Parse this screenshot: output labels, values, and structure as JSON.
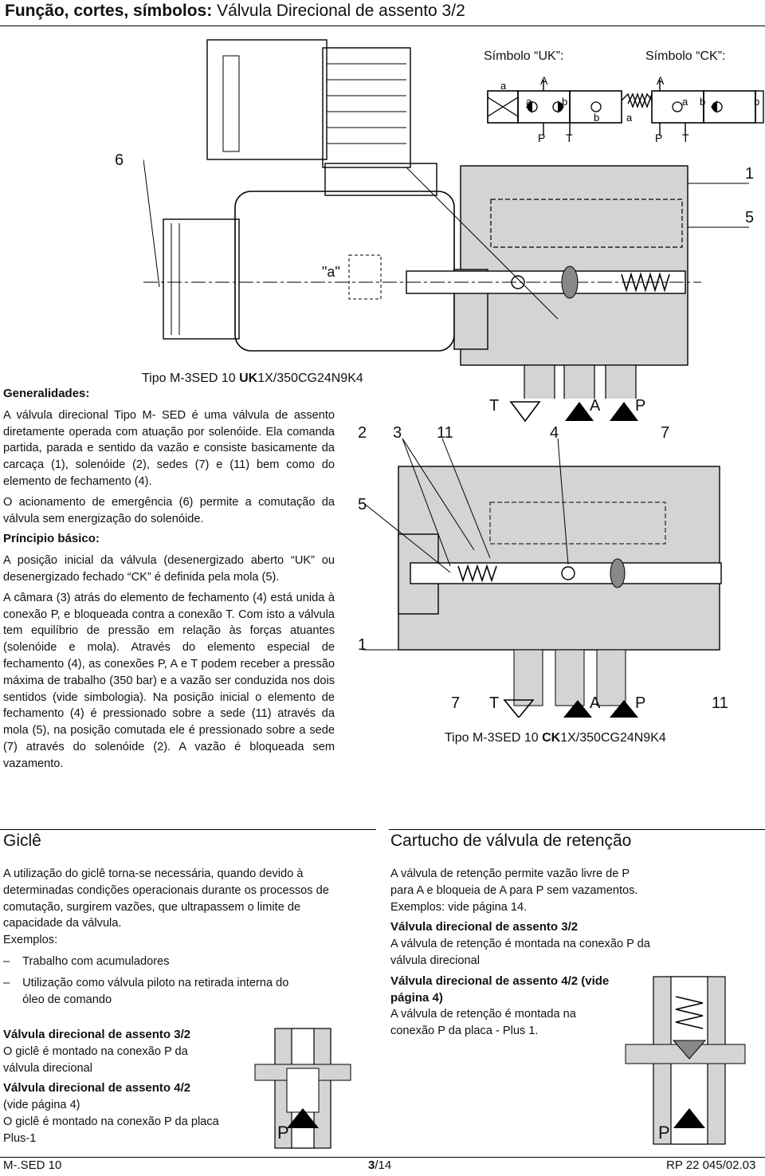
{
  "title": {
    "bold": "Função, cortes, símbolos:",
    "normal": "Válvula Direcional de assento 3/2"
  },
  "symbols": {
    "uk_label": "Símbolo “UK”:",
    "ck_label": "Símbolo “CK”:",
    "port_A": "A",
    "port_P": "P",
    "port_T": "T",
    "port_a": "a",
    "port_b": "b"
  },
  "top_drawing": {
    "label_6": "6",
    "label_1": "1",
    "label_5": "5",
    "label_a": "\"a\"",
    "caption": "Tipo M-3SED 10 ",
    "caption_bold": "UK",
    "caption_rest": "1X/350CG24N9K4"
  },
  "bottom_drawing": {
    "label_2": "2",
    "label_3": "3",
    "label_11a": "11",
    "label_4": "4",
    "label_7a": "7",
    "label_5": "5",
    "label_1": "1",
    "label_7b": "7",
    "label_11b": "11",
    "port_T": "T",
    "port_A": "A",
    "port_P": "P",
    "caption": "Tipo M-3SED 10 ",
    "caption_bold": "CK",
    "caption_rest": "1X/350CG24N9K4"
  },
  "generalidades": {
    "heading": "Generalidades:",
    "p1": "A válvula direcional Tipo M- SED é uma válvula de assento diretamente operada com atuação por solenóide. Ela comanda partida, parada e sentido da vazão e consiste basicamente da carcaça (1), solenóide (2), sedes (7) e (11) bem como do elemento de fechamento (4).",
    "p2": "O acionamento de emergência (6) permite a comutação da válvula sem energização do solenóide."
  },
  "principio": {
    "heading": "Príncipio básico:",
    "p1": "A posição inicial da válvula (desenergizado aberto “UK” ou desenergizado fechado “CK” é definida pela mola (5).",
    "p2": "A câmara (3) atrás do elemento de fechamento (4) está unida à conexão P, e bloqueada contra a conexão T. Com isto a válvula tem equilíbrio de pressão em relação às forças atuantes (solenóide e mola). Através do elemento especial de fechamento (4), as conexões P, A e T podem receber a pressão máxima de trabalho (350 bar) e a vazão ser conduzida nos dois sentidos (vide simbologia). Na posição inicial o elemento de fechamento (4) é pressionado sobre a sede (11) através da mola (5), na posição comutada ele é pressionado sobre a sede (7) através do solenóide (2). A vazão é bloqueada sem vazamento."
  },
  "giclee": {
    "heading": "Giclê",
    "p1": "A utilização do giclê torna-se necessária, quando devido à determinadas condições operacionais durante os processos de comutação, surgirem vazões, que ultrapassem o limite de capacidade da válvula.",
    "examples": "Exemplos:",
    "items": [
      "Trabalho com acumuladores",
      "Utilização como válvula piloto na retirada interna do óleo de comando"
    ],
    "h32": "Válvula direcional de assento 3/2",
    "t32": "O giclê é montado na conexão P da válvula direcional",
    "h42": "Válvula direcional de assento 4/2",
    "t42a": "(vide página 4)",
    "t42b": "O giclê é montado na conexão P da placa Plus-1",
    "port_P": "P"
  },
  "retencao": {
    "heading": "Cartucho de válvula de retenção",
    "p1": "A válvula de retenção permite vazão livre de P para A e bloqueia de A para P sem vazamentos.",
    "p2": "Exemplos: vide página 14.",
    "h32": "Válvula direcional de assento 3/2",
    "t32": "A válvula de retenção é montada na conexão P da válvula direcional",
    "h42": "Válvula direcional de assento 4/2 (vide página 4)",
    "t42": "A válvula de retenção é montada na conexão P da placa - Plus 1.",
    "port_P": "P"
  },
  "footer": {
    "left": "M-.SED 10",
    "page_bold": "3",
    "page_rest": "/14",
    "right": "RP 22 045/02.03"
  }
}
